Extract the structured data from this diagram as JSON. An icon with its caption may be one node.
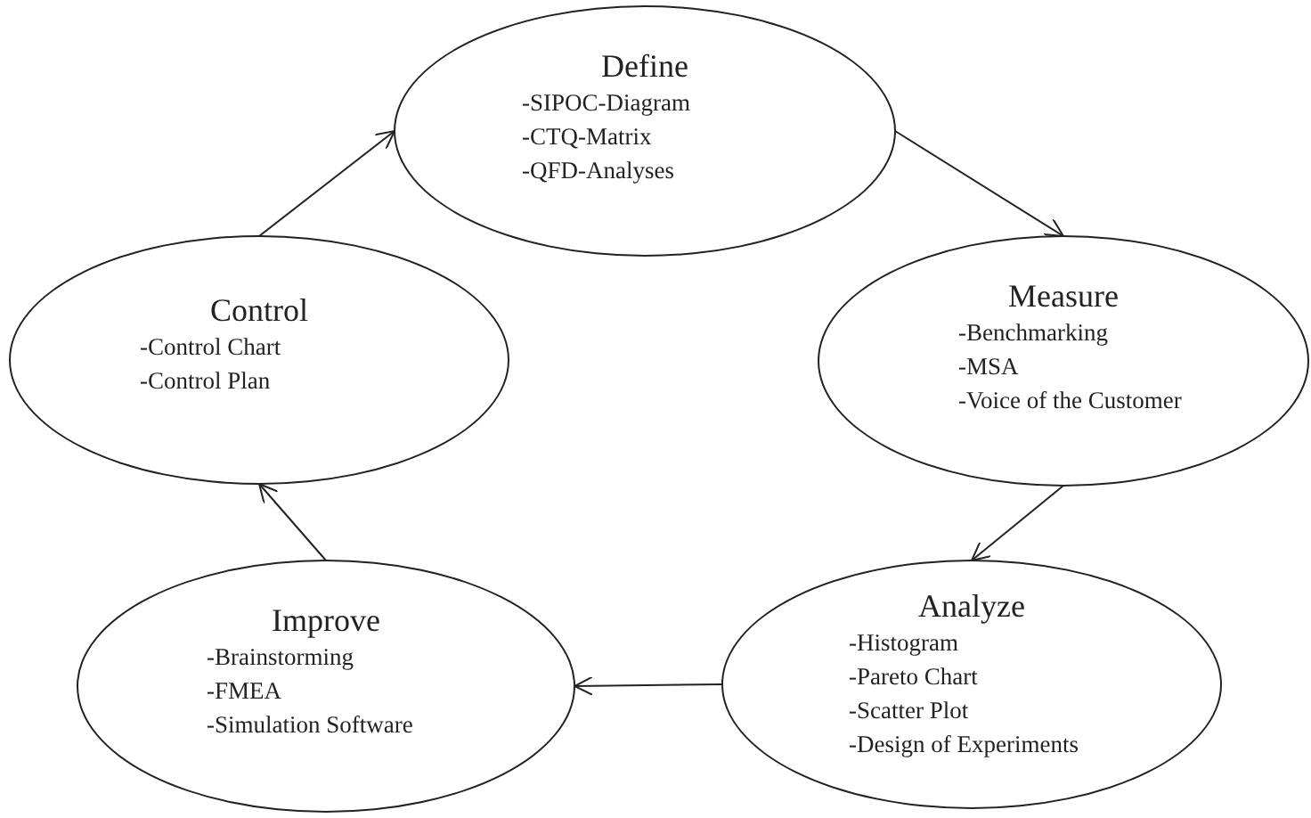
{
  "diagram": {
    "nodes": [
      {
        "text": [
          "Define",
          "-SIPOC-Diagram",
          "-CTQ-Matrix",
          "-QFD-Analyses"
        ]
      },
      {
        "text": [
          "Measure",
          "-Benchmarking",
          "-MSA",
          "-Voice of the Customer"
        ]
      },
      {
        "text": [
          "Analyze",
          "-Histogram",
          "-Pareto Chart",
          "-Scatter Plot",
          "-Design of Experiments"
        ]
      },
      {
        "text": [
          "Improve",
          "-Brainstorming",
          "-FMEA",
          "-Simulation Software"
        ]
      },
      {
        "text": [
          "Control",
          "-Control Chart",
          "-Control Plan"
        ]
      }
    ],
    "edges": [
      {
        "from": 4,
        "to": 0,
        "arrow": "to"
      },
      {
        "from": 0,
        "to": 1,
        "arrow": "to"
      },
      {
        "from": 1,
        "to": 2,
        "arrow": "to"
      },
      {
        "from": 2,
        "to": 3,
        "arrow": "to"
      },
      {
        "from": 3,
        "to": 4,
        "arrow": "to"
      }
    ]
  }
}
